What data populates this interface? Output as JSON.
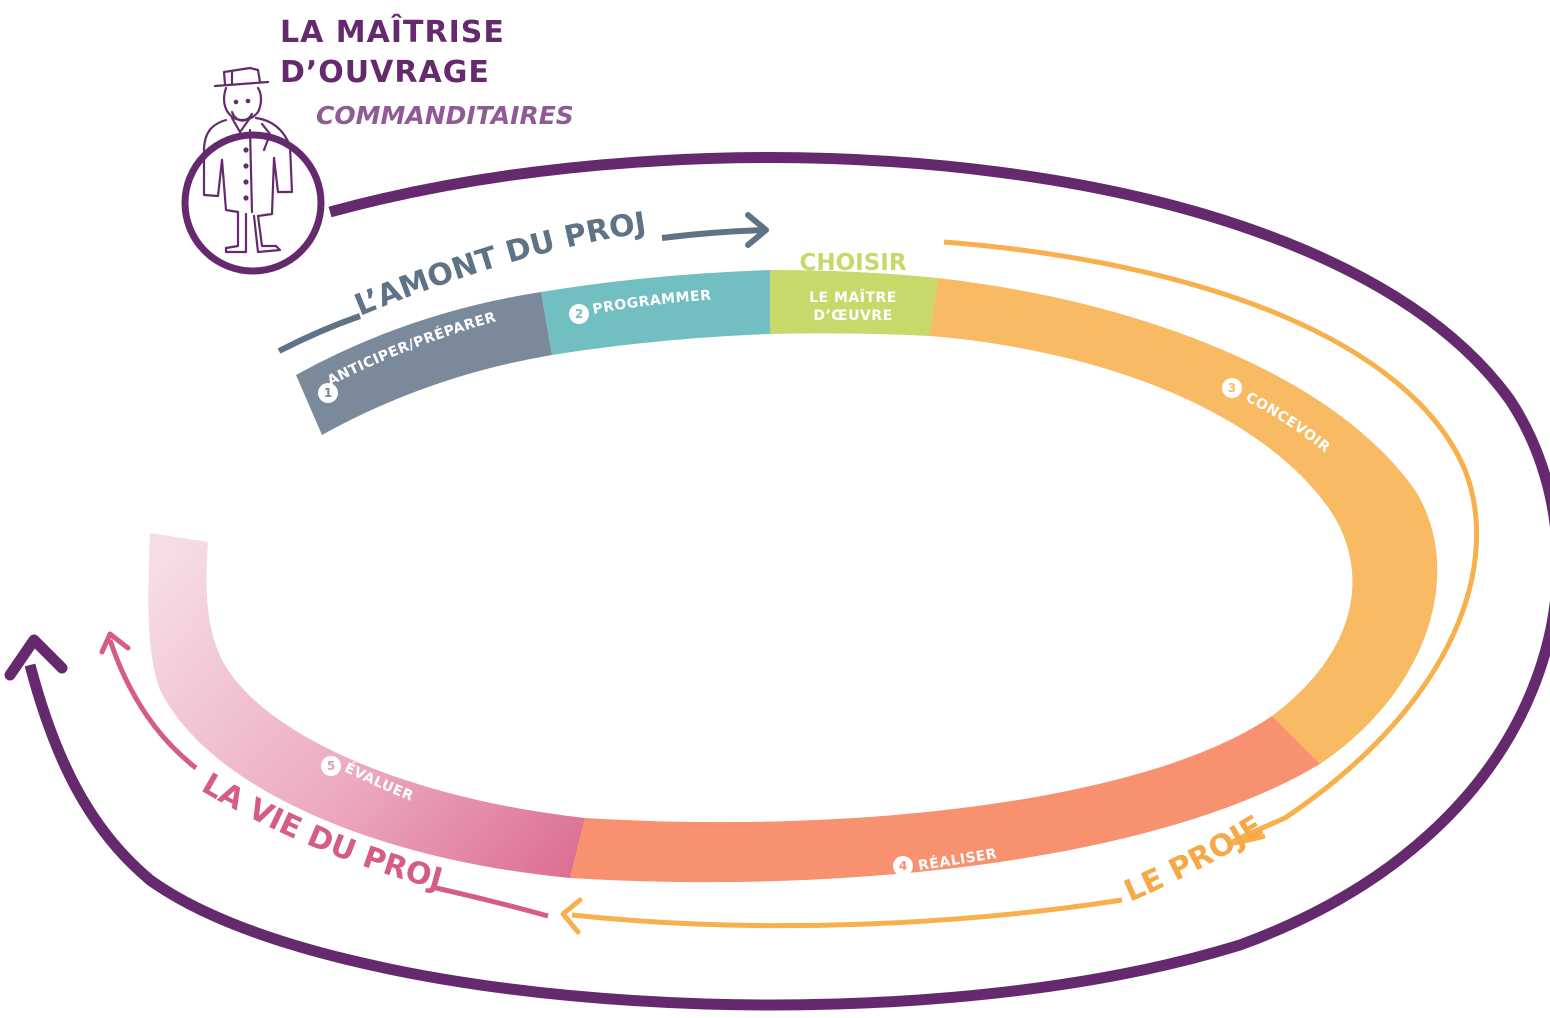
{
  "header": {
    "title_line1": "LA MAÎTRISE",
    "title_line2": "D’OUVRAGE",
    "subtitle": "COMMANDITAIRES"
  },
  "phases": {
    "p1": {
      "num": "1",
      "label": "ANTICIPER/PRÉPARER"
    },
    "p2": {
      "num": "2",
      "label": "PROGRAMMER"
    },
    "choisir": {
      "title": "CHOISIR",
      "line1": "LE MAÎTRE",
      "line2": "D’ŒUVRE"
    },
    "p3": {
      "num": "3",
      "label": "CONCEVOIR"
    },
    "p4": {
      "num": "4",
      "label": "RÉALISER"
    },
    "p5": {
      "num": "5",
      "label": "ÉVALUER"
    }
  },
  "flows": {
    "amont": "L’AMONT DU PROJET",
    "projet": "LE PROJET",
    "vie": "LA VIE DU PROJET"
  },
  "colors": {
    "purple": "#652a6e",
    "purple_light": "#8e5b94",
    "slate": "#7a8a9b",
    "slate_dark": "#5f7386",
    "teal": "#72bfc1",
    "lime": "#c8d86a",
    "orange": "#f9ba64",
    "salmon": "#f7916f",
    "pink": "#dc6b90",
    "pink_light": "#f4d6df",
    "arrow_pink": "#d55c82",
    "arrow_orange": "#f7b04c"
  }
}
